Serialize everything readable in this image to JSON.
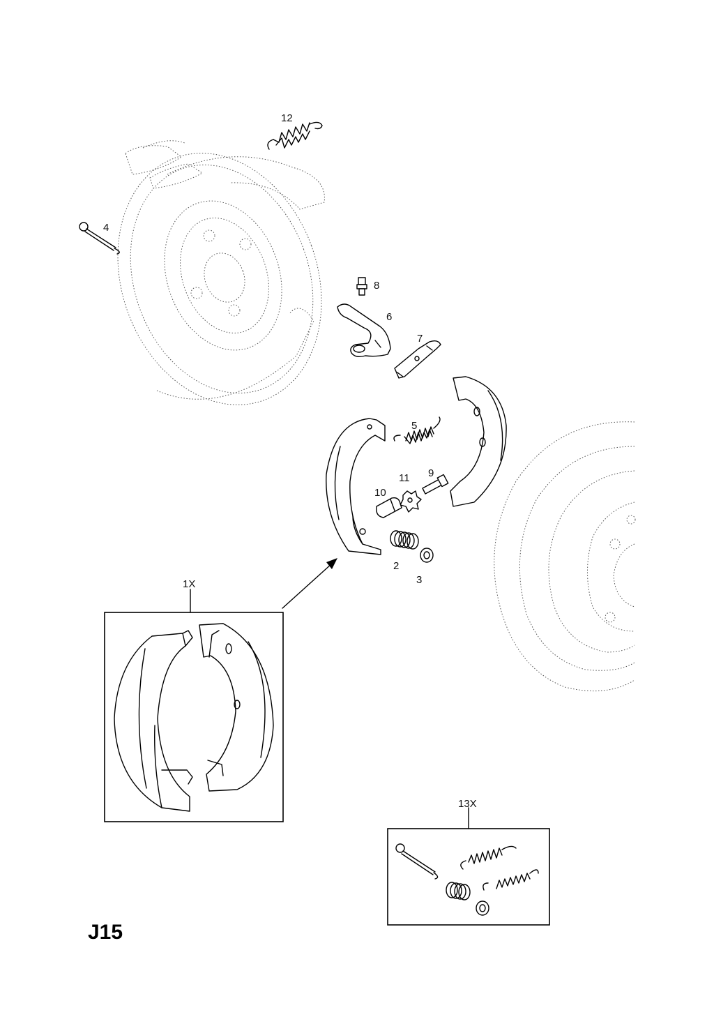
{
  "page_code": "J15",
  "callouts": {
    "c1X": "1X",
    "c2": "2",
    "c3": "3",
    "c4": "4",
    "c5": "5",
    "c6": "6",
    "c7": "7",
    "c8": "8",
    "c9": "9",
    "c10": "10",
    "c11": "11",
    "c12": "12",
    "c13X": "13X"
  }
}
